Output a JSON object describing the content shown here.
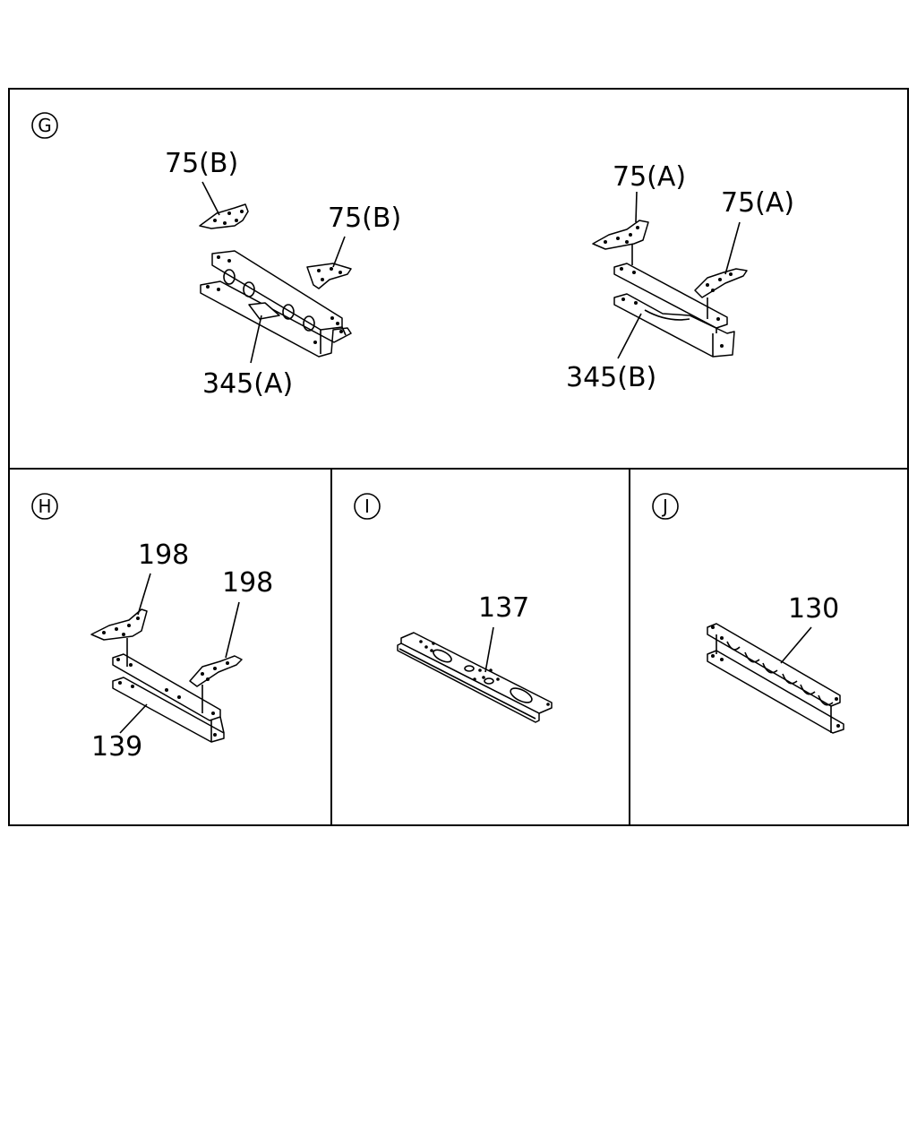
{
  "sections": [
    {
      "id": "G",
      "letter": "G",
      "labels": [
        "75(B)",
        "75(B)",
        "345(A)",
        "75(A)",
        "75(A)",
        "345(B)"
      ]
    },
    {
      "id": "H",
      "letter": "H",
      "labels": [
        "198",
        "198",
        "139"
      ]
    },
    {
      "id": "I",
      "letter": "I",
      "labels": [
        "137"
      ]
    },
    {
      "id": "J",
      "letter": "J",
      "labels": [
        "130"
      ]
    }
  ]
}
